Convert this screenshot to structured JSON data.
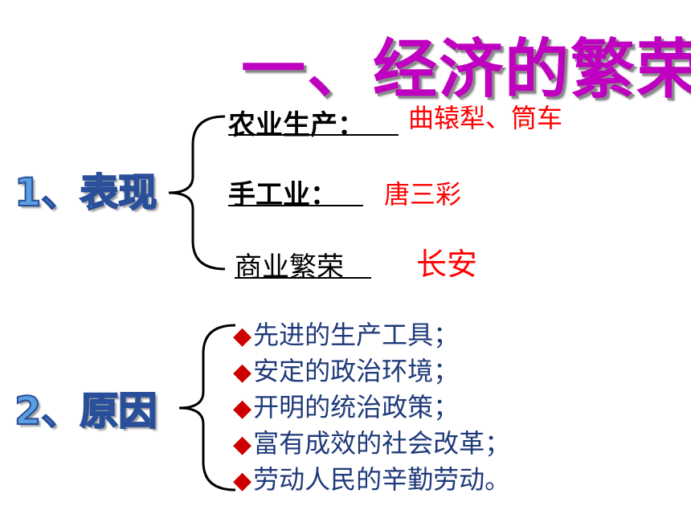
{
  "title": "一、经济的繁荣",
  "section1": {
    "label": "1、表现",
    "items": [
      {
        "label": "农业生产：",
        "value": "曲辕犁、筒车"
      },
      {
        "label": "手工业：",
        "value": "唐三彩"
      },
      {
        "label": "商业繁荣",
        "value": "长安"
      }
    ]
  },
  "section2": {
    "label": "2、原因",
    "bullet_icon": "diamond-icon",
    "reasons": [
      "先进的生产工具；",
      "安定的政治环境；",
      "开明的统治政策；",
      "富有成效的社会改革；",
      "劳动人民的辛勤劳动。"
    ]
  },
  "colors": {
    "title": "#c000c0",
    "section_label": "#5aa0e0",
    "value": "#ff0000",
    "reason_text": "#1f3a7a",
    "bullet": "#cc0000"
  }
}
